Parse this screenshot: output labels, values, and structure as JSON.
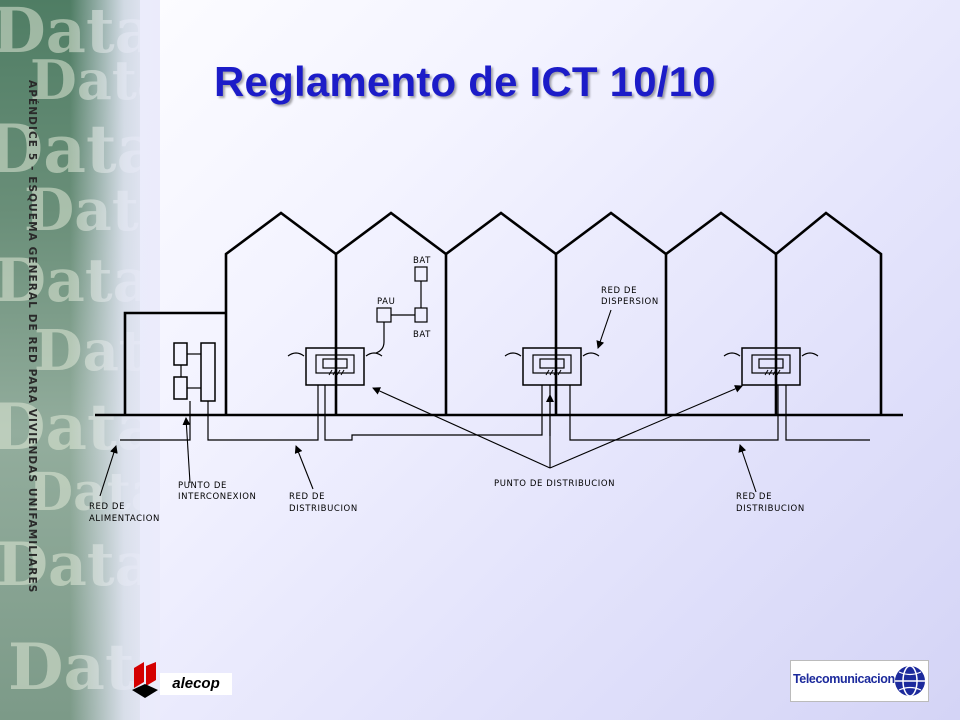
{
  "slide": {
    "title": "Reglamento de ICT 10/10",
    "side_caption": "APÉNDICE 5 - ESQUEMA GENERAL DE RED PARA VIVIENDAS UNIFAMILIARES",
    "background_word": "Data"
  },
  "diagram": {
    "labels": {
      "bat_top": "BAT",
      "pau": "PAU",
      "bat_bottom": "BAT",
      "red_dispersion_1": "RED DE",
      "red_dispersion_2": "DISPERSION",
      "punto_interconexion_1": "PUNTO DE",
      "punto_interconexion_2": "INTERCONEXION",
      "red_distribucion_left_1": "RED DE",
      "red_distribucion_left_2": "DISTRIBUCION",
      "punto_distribucion": "PUNTO DE DISTRIBUCION",
      "red_distribucion_right_1": "RED DE",
      "red_distribucion_right_2": "DISTRIBUCION",
      "red_alimentacion_1": "RED DE",
      "red_alimentacion_2": "ALIMENTACION"
    }
  },
  "logos": {
    "alecop": "alecop",
    "telecomunicaciones": "Telecomunicaciones"
  },
  "colors": {
    "title": "#1c1cc8",
    "side_band": "#6a8f79",
    "background": "#e2e2fb"
  }
}
